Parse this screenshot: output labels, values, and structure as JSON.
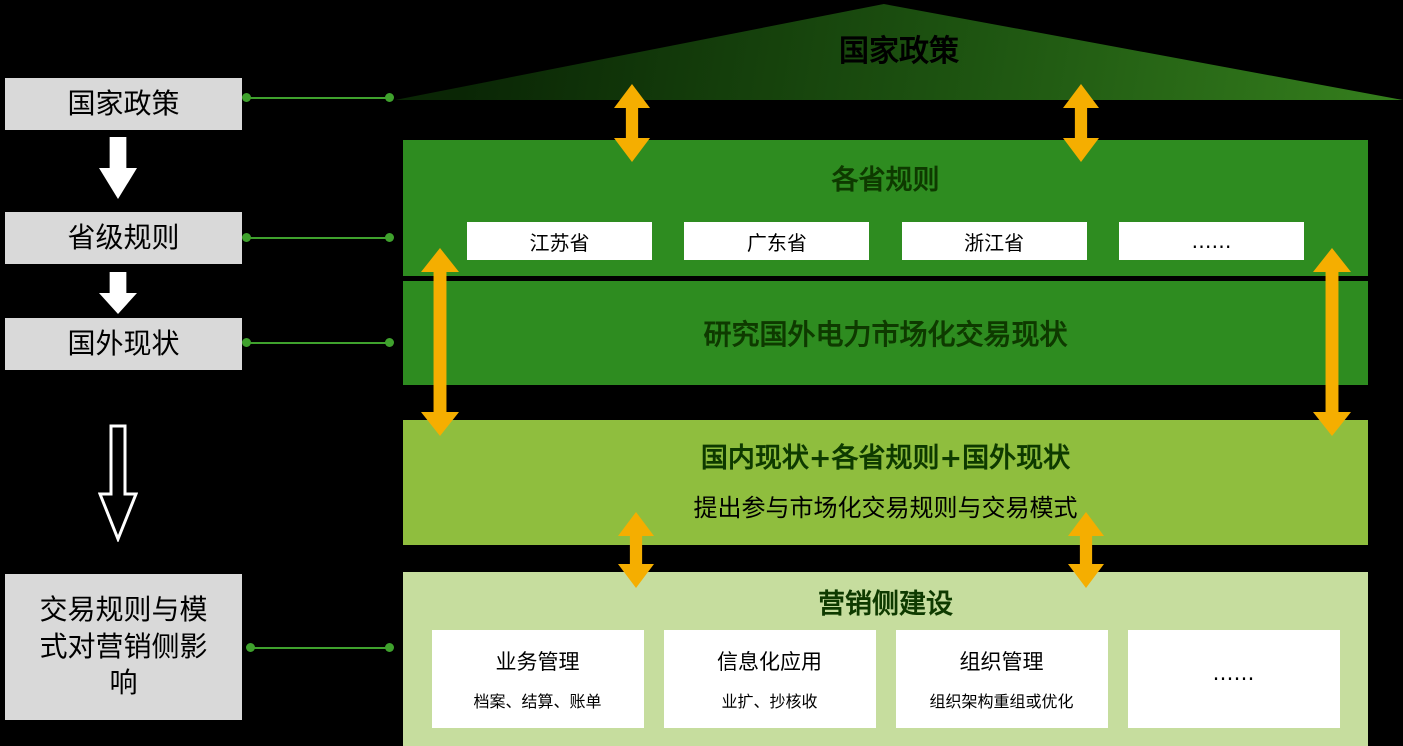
{
  "colors": {
    "background": "#000000",
    "roof_gradient_start": "#0a2605",
    "roof_gradient_end": "#357f1d",
    "layer_green": "#2e8c20",
    "layer_olive_green": "#8fbe3e",
    "layer_light_green": "#c6dd9e",
    "arrow_yellow": "#f5ae00",
    "sidebar_gray": "#d9d9d9",
    "connector_green": "#3fa12d",
    "layer_title_dark_green": "#0e3a00"
  },
  "sidebar": {
    "items": [
      {
        "label": "国家政策"
      },
      {
        "label": "省级规则"
      },
      {
        "label": "国外现状"
      },
      {
        "label": "交易规则与模式对营销侧影响"
      }
    ]
  },
  "roof": {
    "title": "国家政策"
  },
  "layer1": {
    "title": "各省规则",
    "boxes": [
      "江苏省",
      "广东省",
      "浙江省",
      "……"
    ]
  },
  "layer2": {
    "title": "研究国外电力市场化交易现状"
  },
  "layer3": {
    "title": "国内现状+各省规则+国外现状",
    "subtitle": "提出参与市场化交易规则与交易模式"
  },
  "layer4": {
    "title": "营销侧建设",
    "boxes": [
      {
        "title": "业务管理",
        "subtitle": "档案、结算、账单"
      },
      {
        "title": "信息化应用",
        "subtitle": "业扩、抄核收"
      },
      {
        "title": "组织管理",
        "subtitle": "组织架构重组或优化"
      },
      {
        "title": "……",
        "subtitle": ""
      }
    ]
  }
}
